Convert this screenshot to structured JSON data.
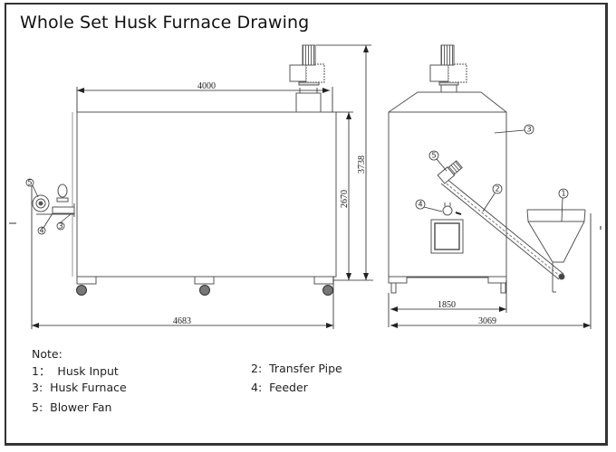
{
  "title": "Whole Set Husk Furnace Drawing",
  "dimensions": {
    "side_body_length": "4000",
    "side_total_length": "4683",
    "side_body_height": "2670",
    "side_total_height": "3738",
    "front_body_width": "1850",
    "front_total_width": "3069"
  },
  "callouts": {
    "side": [
      "5",
      "4",
      "3"
    ],
    "front": [
      "3",
      "5",
      "2",
      "4",
      "1"
    ]
  },
  "notes": {
    "heading": "Note:",
    "items": [
      {
        "number": "1",
        "separator": "：",
        "label": "Husk Input"
      },
      {
        "number": "2",
        "separator": ":",
        "label": "Transfer Pipe"
      },
      {
        "number": "3",
        "separator": ":",
        "label": "Husk Furnace"
      },
      {
        "number": "4",
        "separator": ":",
        "label": "Feeder"
      },
      {
        "number": "5",
        "separator": ":",
        "label": "Blower Fan"
      }
    ]
  },
  "colors": {
    "line": "#555555",
    "dark_line": "#222222",
    "frame": "#333333"
  }
}
